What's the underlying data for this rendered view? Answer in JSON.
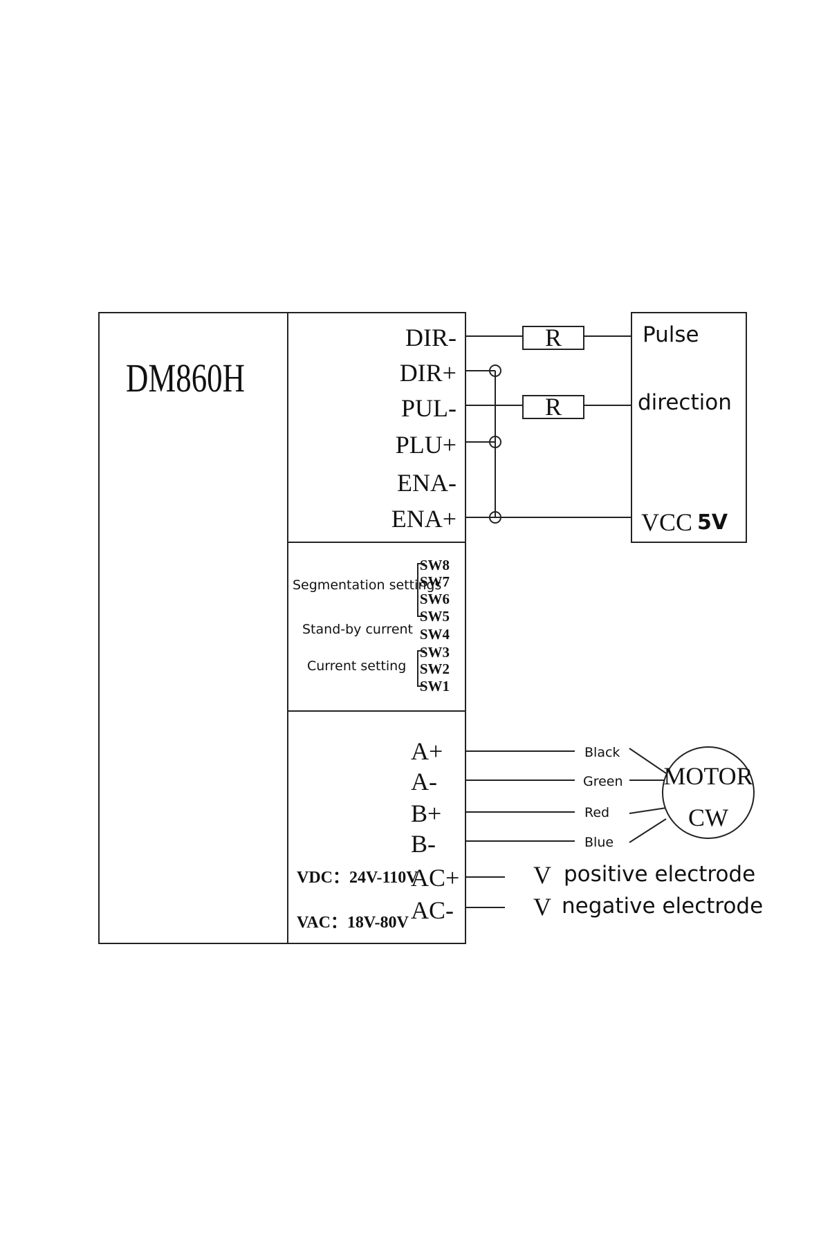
{
  "driver": {
    "model": "DM860H"
  },
  "control_terminals": {
    "dir_minus": "DIR-",
    "dir_plus": "DIR+",
    "pul_minus": "PUL-",
    "pul_plus": "PLU+",
    "ena_minus": "ENA-",
    "ena_plus": "ENA+"
  },
  "resistors": {
    "r1": "R",
    "r2": "R"
  },
  "controller": {
    "pulse": "Pulse",
    "direction": "direction",
    "vcc": "VCC",
    "voltage": "5V"
  },
  "dip_switches": {
    "sw8": "SW8",
    "sw7": "SW7",
    "sw6": "SW6",
    "sw5": "SW5",
    "sw4": "SW4",
    "sw3": "SW3",
    "sw2": "SW2",
    "sw1": "SW1",
    "segmentation_label": "Segmentation settings",
    "standby_label": "Stand-by current",
    "current_label": "Current setting"
  },
  "motor_terminals": {
    "a_plus": "A+",
    "a_minus": "A-",
    "b_plus": "B+",
    "b_minus": "B-"
  },
  "wires": {
    "black": "Black",
    "green": "Green",
    "red": "Red",
    "blue": "Blue"
  },
  "motor": {
    "line1": "MOTOR",
    "line2": "CW"
  },
  "power": {
    "vdc": "VDC：24V-110V",
    "vac": "VAC：18V-80V",
    "ac_plus": "AC+",
    "ac_minus": "AC-",
    "v1": "V",
    "v2": "V",
    "positive": "positive electrode",
    "negative": "negative electrode"
  }
}
